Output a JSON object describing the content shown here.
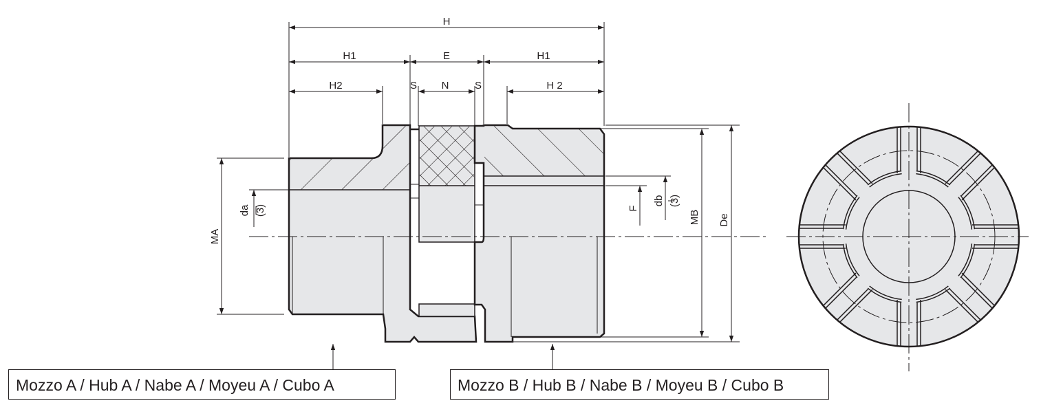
{
  "dimensions": {
    "H": "H",
    "H1_left": "H1",
    "E": "E",
    "H1_right": "H1",
    "H2_left": "H2",
    "S_left": "S",
    "N": "N",
    "S_right": "S",
    "H2_right": "H 2",
    "MA": "MA",
    "da": "da",
    "da_note": "(3)",
    "F": "F",
    "db": "db",
    "db_note": "(3)",
    "MB": "MB",
    "De": "De"
  },
  "captions": {
    "hub_a": "Mozzo A / Hub A / Nabe A / Moyeu A / Cubo A",
    "hub_b": "Mozzo B / Hub B / Nabe B / Moyeu B / Cubo B"
  },
  "end_view": {
    "jaw_count": 8
  },
  "colors": {
    "fill": "#e6e7e9",
    "stroke": "#231f20"
  }
}
